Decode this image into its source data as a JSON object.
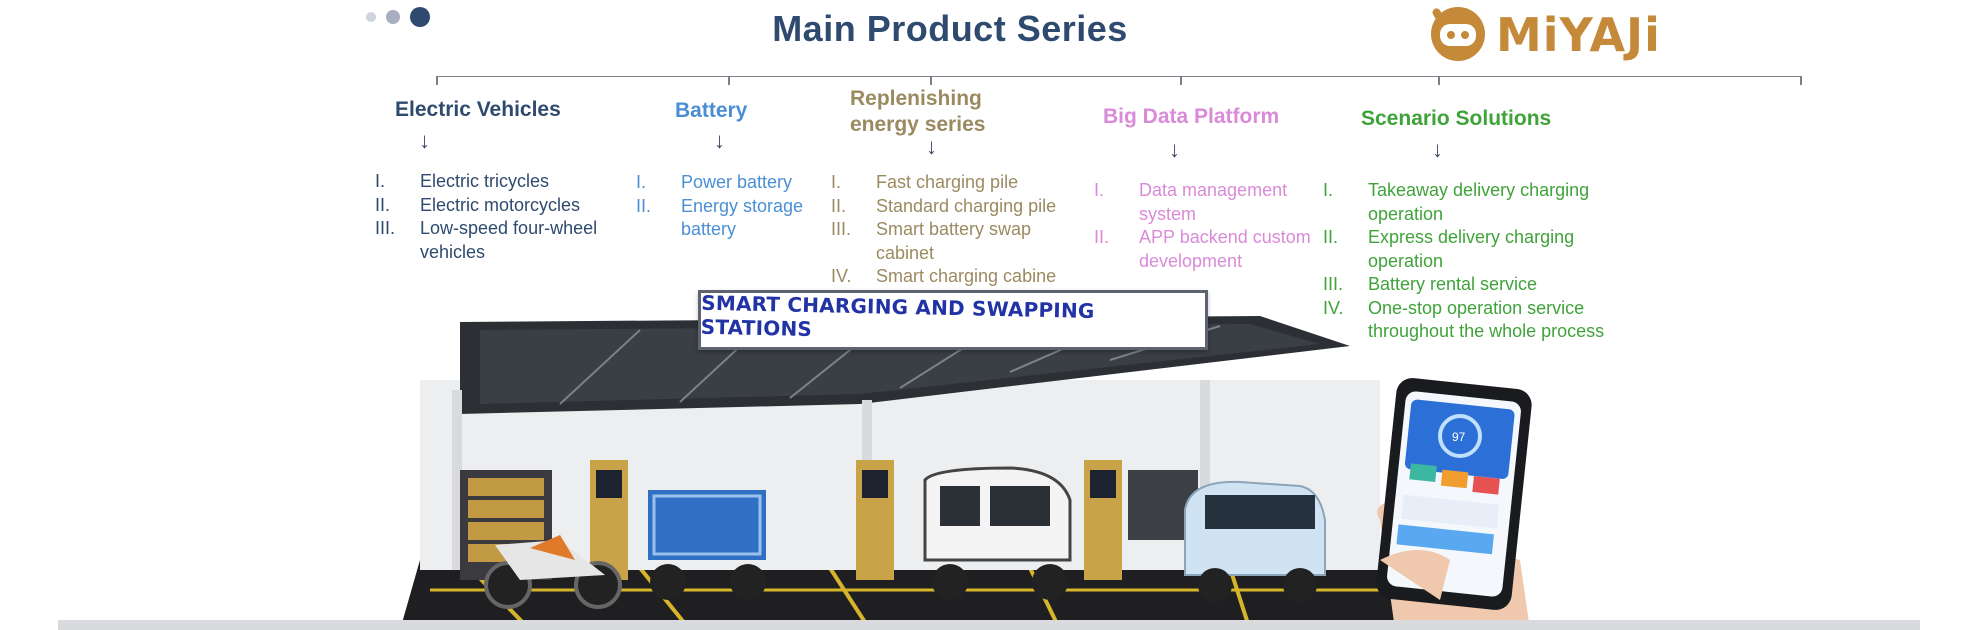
{
  "header": {
    "title": "Main Product Series",
    "logo_text": "MiYAJi"
  },
  "colors": {
    "title": "#2f4a6f",
    "electric_vehicles": "#2f4a6f",
    "battery": "#4a8fd4",
    "replenishing": "#9b8a60",
    "big_data": "#d98ad8",
    "scenario": "#3fa33a",
    "logo": "#c5893a"
  },
  "columns": [
    {
      "heading": "Electric Vehicles",
      "items": [
        {
          "num": "I.",
          "text": "Electric tricycles"
        },
        {
          "num": "II.",
          "text": "Electric motorcycles"
        },
        {
          "num": "III.",
          "text": "Low-speed four-wheel vehicles"
        }
      ]
    },
    {
      "heading": "Battery",
      "items": [
        {
          "num": "I.",
          "text": "Power battery"
        },
        {
          "num": "II.",
          "text": "Energy storage battery"
        }
      ]
    },
    {
      "heading": "Replenishing energy series",
      "items": [
        {
          "num": "I.",
          "text": "Fast charging pile"
        },
        {
          "num": "II.",
          "text": "Standard charging pile"
        },
        {
          "num": "III.",
          "text": "Smart battery swap cabinet"
        },
        {
          "num": "IV.",
          "text": "Smart charging cabine"
        }
      ]
    },
    {
      "heading": "Big Data Platform",
      "items": [
        {
          "num": "I.",
          "text": "Data management system"
        },
        {
          "num": "II.",
          "text": "APP backend custom development"
        }
      ]
    },
    {
      "heading": "Scenario Solutions",
      "items": [
        {
          "num": "I.",
          "text": "Takeaway delivery charging operation"
        },
        {
          "num": "II.",
          "text": "Express delivery charging operation"
        },
        {
          "num": "III.",
          "text": "Battery rental service"
        },
        {
          "num": "IV.",
          "text": "One-stop operation service throughout the whole process"
        }
      ]
    }
  ],
  "arrow_glyph": "↓",
  "station_banner": "SMART CHARGING AND SWAPPING STATIONS",
  "phone_screen_value": "97"
}
